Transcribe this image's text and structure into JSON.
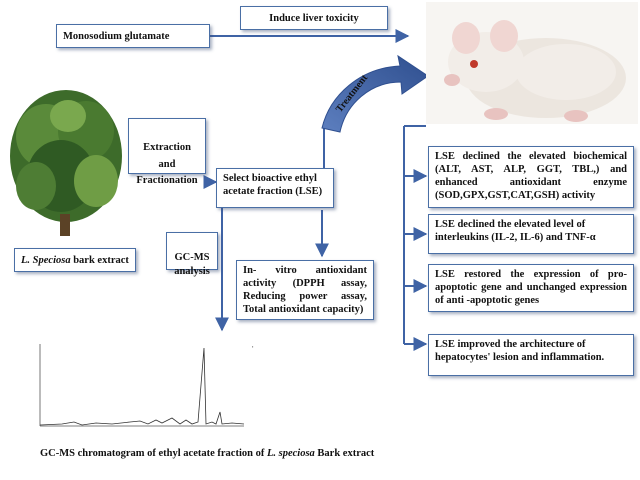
{
  "boxes": {
    "msg": "Monosodium glutamate",
    "induce": "Induce liver toxicity",
    "extraction": "Extraction\nand\nFractionation",
    "select": "Select bioactive ethyl acetate fraction (LSE)",
    "gcms": "GC-MS\nanalysis",
    "invitro": "In- vitro antioxidant activity (DPPH assay, Reducing power assay, Total antioxidant capacity)",
    "result1": "LSE declined the elevated biochemical (ALT, AST, ALP, GGT, TBL,) and enhanced antioxidant enzyme (SOD,GPX,GST,CAT,GSH) activity",
    "result2": "LSE declined the elevated level of interleukins (IL-2, IL-6) and TNF-α",
    "result3": "LSE restored the expression of pro-apoptotic gene and unchanged expression of anti -apoptotic genes",
    "result4": "LSE improved the architecture of hepatocytes' lesion and inflammation."
  },
  "labels": {
    "treatment": "Treatment",
    "bark_species": "L. Speciosa",
    "bark_rest": " bark extract",
    "chrom_prefix": "GC-MS chromatogram of ethyl acetate fraction of ",
    "chrom_species": "L. speciosa",
    "chrom_suffix": " Bark extract"
  },
  "colors": {
    "arrow": "#3f63a5",
    "box_border": "#4a6fa5",
    "leaf_dark": "#2f5a23",
    "leaf_light": "#6f9d45",
    "rat_fur": "#f2ede8"
  },
  "icons": {
    "tree": "tree-photo",
    "rat": "rat-photo",
    "chromatogram": "chromatogram-plot"
  }
}
